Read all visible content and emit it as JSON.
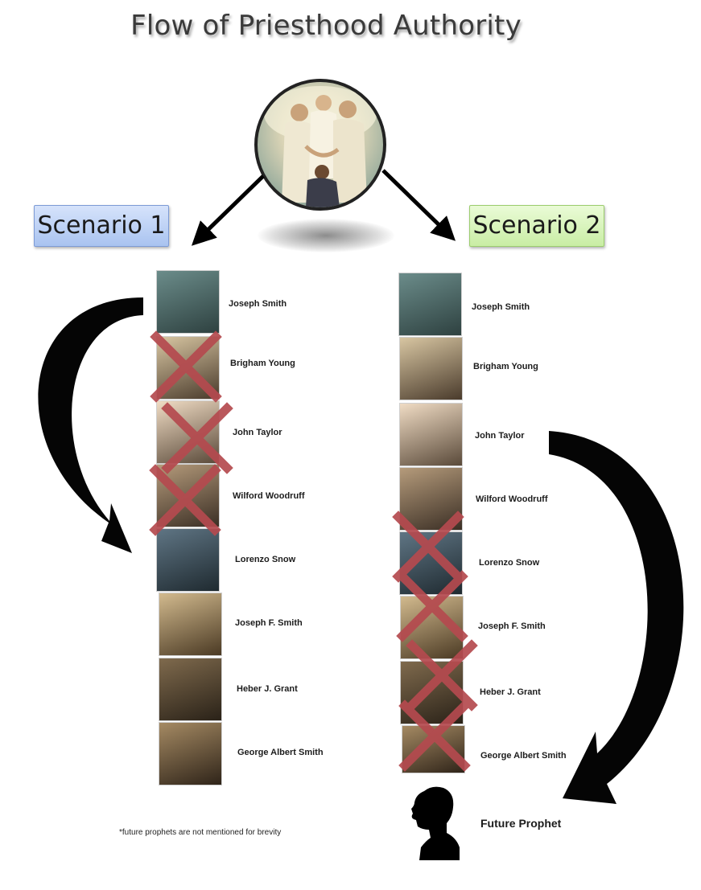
{
  "title": "Flow of Priesthood Authority",
  "scenario1_label": "Scenario 1",
  "scenario2_label": "Scenario 2",
  "colors": {
    "scenario1_bg": "#b8cff4",
    "scenario2_bg": "#d6f2b6",
    "cross": "#b54a4f",
    "arrow": "#000000"
  },
  "scenario1": {
    "prophets": [
      {
        "name": "Joseph Smith",
        "crossed": false
      },
      {
        "name": "Brigham Young",
        "crossed": true
      },
      {
        "name": "John Taylor",
        "crossed": true
      },
      {
        "name": "Wilford Woodruff",
        "crossed": true
      },
      {
        "name": "Lorenzo Snow",
        "crossed": false
      },
      {
        "name": "Joseph F. Smith",
        "crossed": false
      },
      {
        "name": "Heber J. Grant",
        "crossed": false
      },
      {
        "name": "George Albert Smith",
        "crossed": false
      }
    ]
  },
  "scenario2": {
    "prophets": [
      {
        "name": "Joseph Smith",
        "crossed": false
      },
      {
        "name": "Brigham Young",
        "crossed": false
      },
      {
        "name": "John Taylor",
        "crossed": false
      },
      {
        "name": "Wilford Woodruff",
        "crossed": false
      },
      {
        "name": "Lorenzo Snow",
        "crossed": true
      },
      {
        "name": "Joseph F. Smith",
        "crossed": true
      },
      {
        "name": "Heber J. Grant",
        "crossed": true
      },
      {
        "name": "George Albert Smith",
        "crossed": true
      }
    ],
    "future": "Future Prophet"
  },
  "footnote": "*future prophets are not mentioned for brevity"
}
